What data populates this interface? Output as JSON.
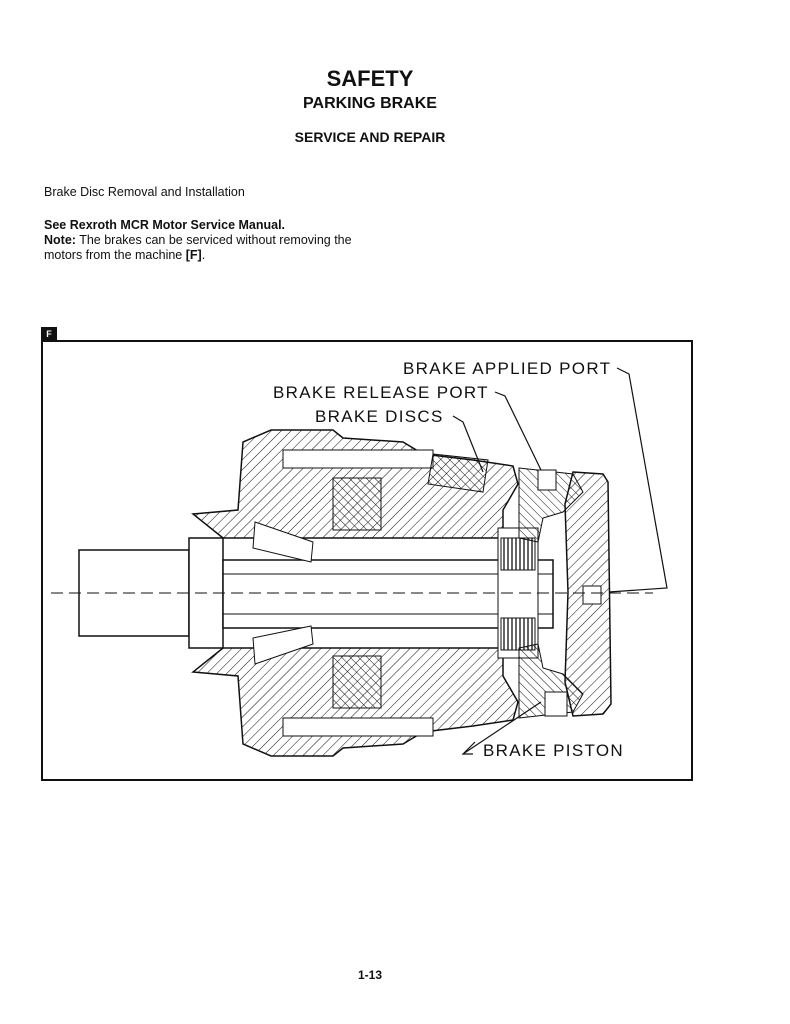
{
  "header": {
    "section": "SAFETY",
    "subsection": "PARKING BRAKE",
    "topic": "SERVICE AND REPAIR"
  },
  "body": {
    "procedure_title": "Brake Disc Removal and Installation",
    "manual_ref": "See Rexroth MCR Motor Service Manual.",
    "note_label": "Note:",
    "note_text": "The brakes can be serviced without removing the motors from the machine",
    "note_ref": "[F]",
    "note_end": "."
  },
  "figure": {
    "tag": "F",
    "callouts": {
      "applied_port": "BRAKE APPLIED PORT",
      "release_port": "BRAKE RELEASE PORT",
      "discs": "BRAKE DISCS",
      "piston": "BRAKE PISTON"
    }
  },
  "footer": {
    "page_number": "1-13"
  }
}
